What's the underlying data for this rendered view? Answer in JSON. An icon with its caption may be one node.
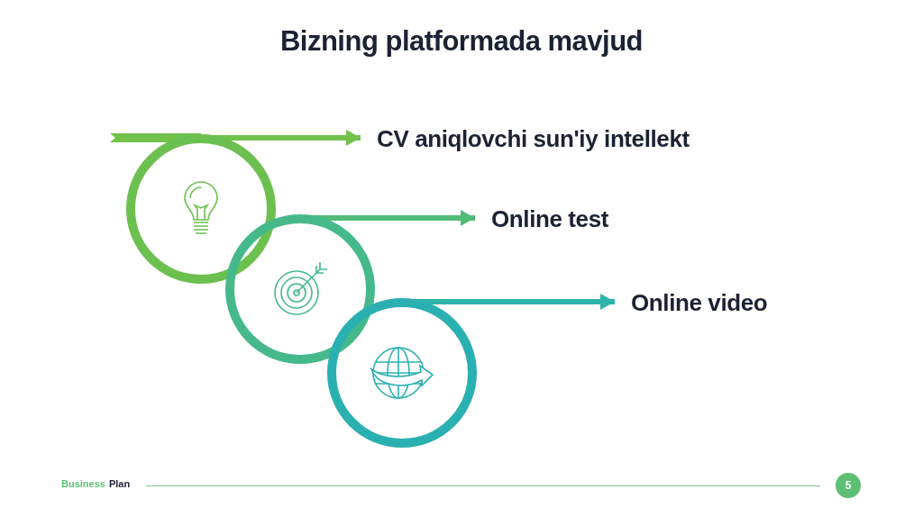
{
  "diagram": {
    "title": "Bizning platformada mavjud",
    "nodes": [
      {
        "text": [],
        "shape": "circle"
      },
      {
        "text": [],
        "shape": "circle"
      },
      {
        "text": [],
        "shape": "circle"
      },
      {
        "text": [
          "CV aniqlovchi sun'iy intellekt"
        ]
      },
      {
        "text": [
          "Online test"
        ]
      },
      {
        "text": [
          "Online video"
        ]
      }
    ],
    "edges": [
      {
        "from": 0,
        "to": 3,
        "arrow": "to",
        "color": "#72c24c"
      },
      {
        "from": 1,
        "to": 4,
        "arrow": "to",
        "color": "#52bb78"
      },
      {
        "from": 2,
        "to": 5,
        "arrow": "to",
        "color": "#2db3aa"
      }
    ],
    "labels": [
      "Business",
      "Plan",
      "5"
    ]
  }
}
